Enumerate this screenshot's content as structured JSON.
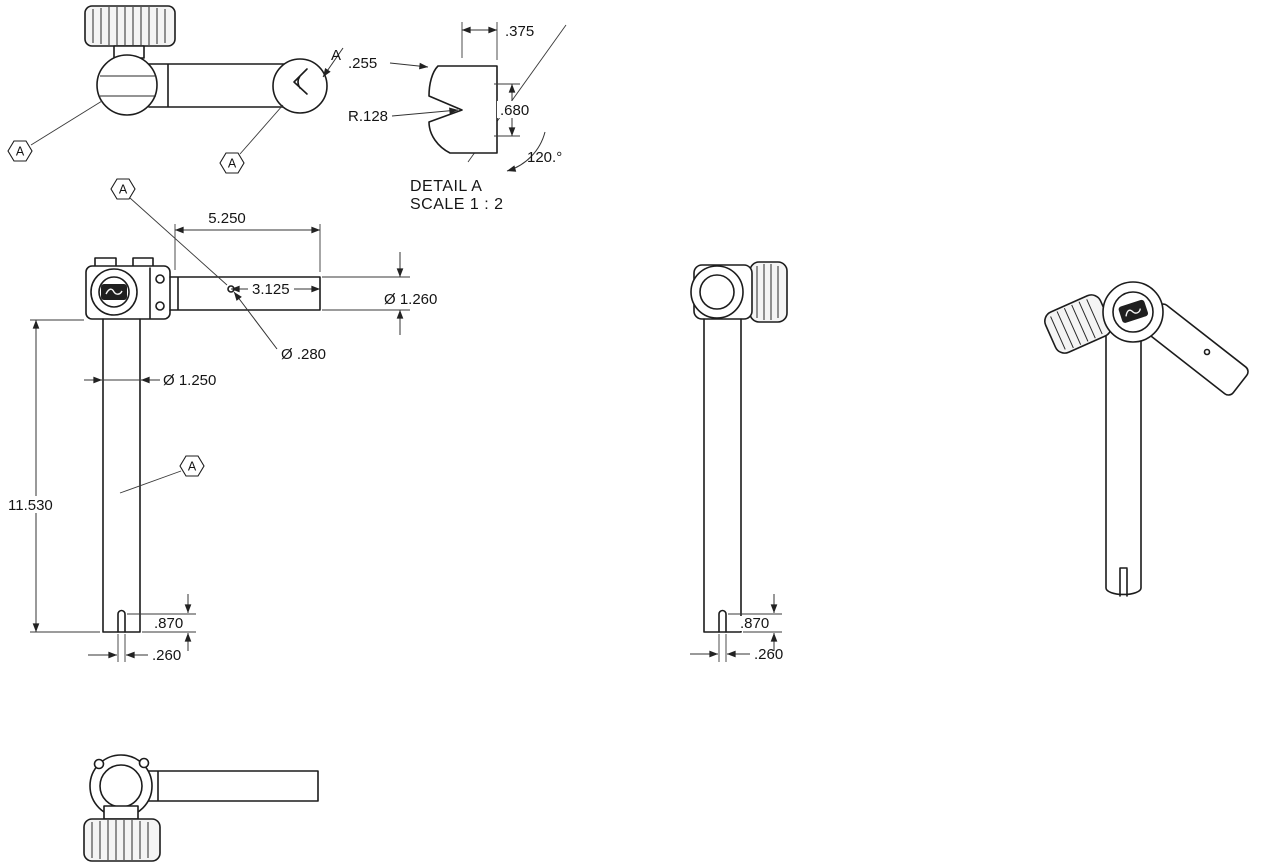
{
  "labels": {
    "datum_a": "A",
    "section_a": "A"
  },
  "detail_a": {
    "title": "DETAIL A",
    "scale": "SCALE 1 : 2",
    "dim_375": ".375",
    "dim_255": ".255",
    "dim_r128": "R.128",
    "dim_680": ".680",
    "dim_angle": "120.°"
  },
  "front_view": {
    "dim_arm_len": "5.250",
    "dim_hole_pos": "3.125",
    "dim_arm_dia": "Ø 1.260",
    "dim_hole_dia": "Ø .280",
    "dim_tube_dia": "Ø 1.250",
    "dim_tube_len": "11.530",
    "dim_slot_h": ".870",
    "dim_slot_w": ".260"
  },
  "side_view": {
    "dim_slot_h": ".870",
    "dim_slot_w": ".260"
  }
}
